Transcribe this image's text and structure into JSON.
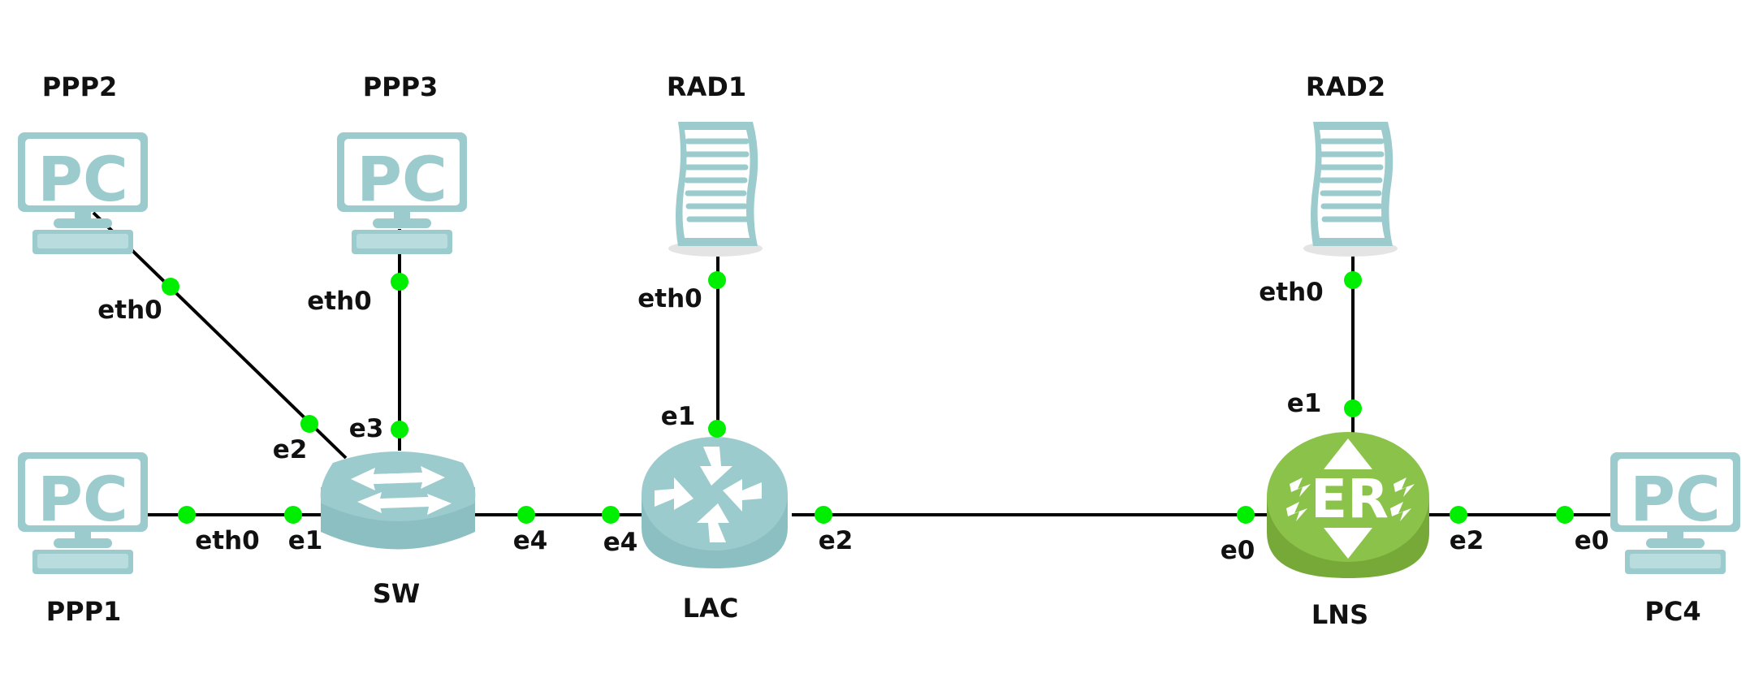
{
  "nodes": {
    "ppp2": "PPP2",
    "ppp3": "PPP3",
    "rad1": "RAD1",
    "rad2": "RAD2",
    "ppp1": "PPP1",
    "sw": "SW",
    "lac": "LAC",
    "lns": "LNS",
    "pc4": "PC4"
  },
  "icons": {
    "pc_text": "PC",
    "er_text": "ER"
  },
  "ports": {
    "ppp2_eth0": "eth0",
    "ppp3_eth0": "eth0",
    "rad1_eth0": "eth0",
    "rad2_eth0": "eth0",
    "ppp1_eth0": "eth0",
    "sw_e1": "e1",
    "sw_e2": "e2",
    "sw_e3": "e3",
    "sw_e4": "e4",
    "lac_e4": "e4",
    "lac_e1": "e1",
    "lac_e2": "e2",
    "lns_e0": "e0",
    "lns_e1": "e1",
    "lns_e2": "e2",
    "pc4_e0": "e0"
  },
  "colors": {
    "device": "#9ccbce",
    "router_green": "#8bc34a",
    "port": "#00ee00",
    "link": "#000000"
  }
}
